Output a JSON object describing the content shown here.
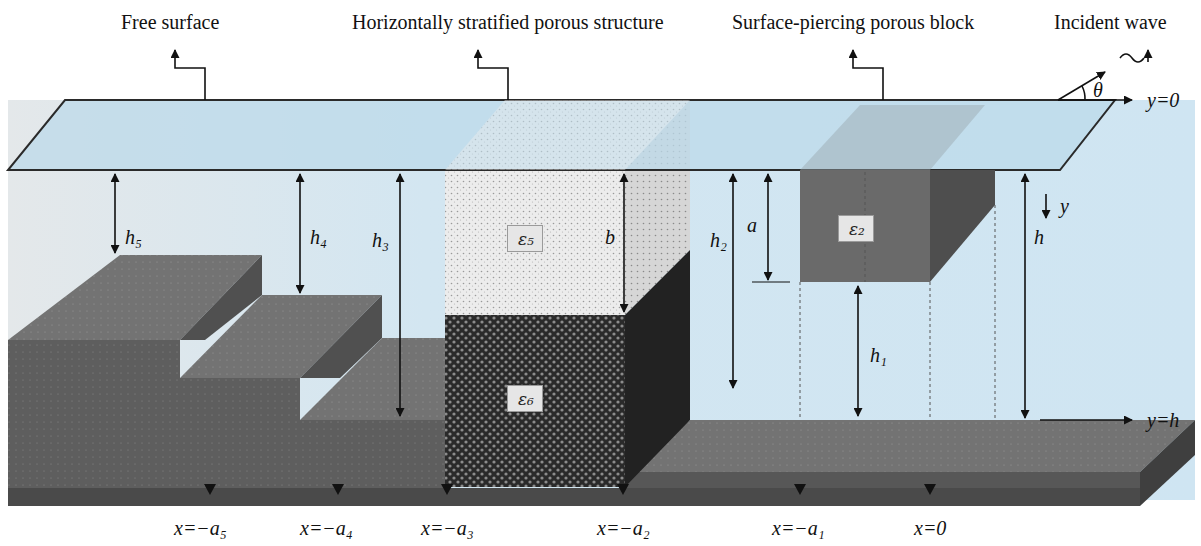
{
  "diagram": {
    "nodes": [
      {
        "text": [
          "ε₅"
        ]
      },
      {
        "text": [
          "ε₆"
        ]
      },
      {
        "text": [
          "ε₂"
        ]
      }
    ],
    "labels": [
      "Free surface",
      "Horizontally stratified porous structure",
      "Surface-piercing porous block",
      "Incident wave",
      "θ",
      "y=0",
      "y",
      "y=h",
      "h₅",
      "h₄",
      "h₃",
      "b",
      "a",
      "h₂",
      "h₁",
      "h",
      "x=−a₅",
      "x=−a₄",
      "x=−a₃",
      "x=−a₂",
      "x=−a₁",
      "x=0"
    ]
  }
}
